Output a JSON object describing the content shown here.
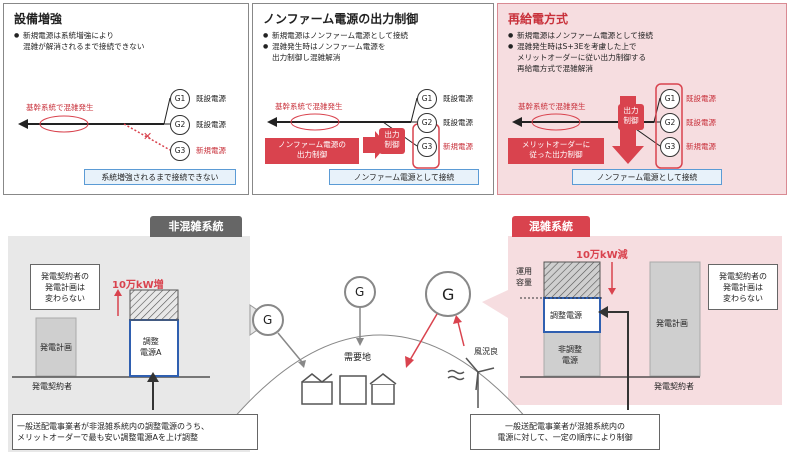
{
  "panels": [
    {
      "title": "設備増強",
      "bullets": [
        "新規電源は系統増強により",
        "混雑が解消されるまで接続できない"
      ],
      "congestion_label": "基幹系統で混雑発生",
      "generators": [
        {
          "id": "G1",
          "label": "既設電源"
        },
        {
          "id": "G2",
          "label": "既設電源"
        },
        {
          "id": "G3",
          "label": "新規電源"
        }
      ],
      "note": "系統増強されるまで接続できない"
    },
    {
      "title": "ノンファーム電源の出力制御",
      "bullets": [
        "新規電源はノンファーム電源として接続",
        "混雑発生時はノンファーム電源を",
        "出力制御し混雑解消"
      ],
      "congestion_label": "基幹系統で混雑発生",
      "generators": [
        {
          "id": "G1",
          "label": "既設電源"
        },
        {
          "id": "G2",
          "label": "既設電源"
        },
        {
          "id": "G3",
          "label": "新規電源"
        }
      ],
      "control_tag": "出力\n制御",
      "red_note": "ノンファーム電源の\n出力制御",
      "note": "ノンファーム電源として接続"
    },
    {
      "title": "再給電方式",
      "bullets": [
        "新規電源はノンファーム電源として接続",
        "混雑発生時はS+3Eを考慮した上で",
        "メリットオーダーに従い出力制御する",
        "再給電方式で混雑解消"
      ],
      "congestion_label": "基幹系統で混雑発生",
      "generators": [
        {
          "id": "G1",
          "label": "既設電源"
        },
        {
          "id": "G2",
          "label": "既設電源"
        },
        {
          "id": "G3",
          "label": "新規電源"
        }
      ],
      "control_tag": "出力\n制御",
      "red_note": "メリットオーダーに\n従った出力制御",
      "note": "ノンファーム電源として接続"
    }
  ],
  "bottom": {
    "left_tag": "非混雑系統",
    "right_tag": "混雑系統",
    "left_note": "発電契約者の\n発電計画は\n変わらない",
    "left_increase": "10万kW増",
    "left_plan": "発電計画",
    "left_adjust": "調整\n電源A",
    "left_contractor": "発電契約者",
    "left_caption": "一般送配電事業者が非混雑系統内の調整電源のうち、\nメリットオーダーで最も安い調整電源Aを上げ調整",
    "center_demand": "需要地",
    "g_label": "G",
    "wind_label": "風況良",
    "right_decrease": "10万kW減",
    "right_capacity": "運用\n容量",
    "right_adjust": "調整電源",
    "right_nonadjust": "非調整\n電源",
    "right_plan": "発電計画",
    "right_contractor": "発電契約者",
    "right_note": "発電契約者の\n発電計画は\n変わらない",
    "right_caption": "一般送配電事業者が混雑系統内の\n電源に対して、一定の順序により制御"
  },
  "colors": {
    "accent_red": "#d9434e",
    "blue": "#2f5fb0",
    "pink_bg": "#f6dde0",
    "gray_bg": "#e8e8e8"
  }
}
